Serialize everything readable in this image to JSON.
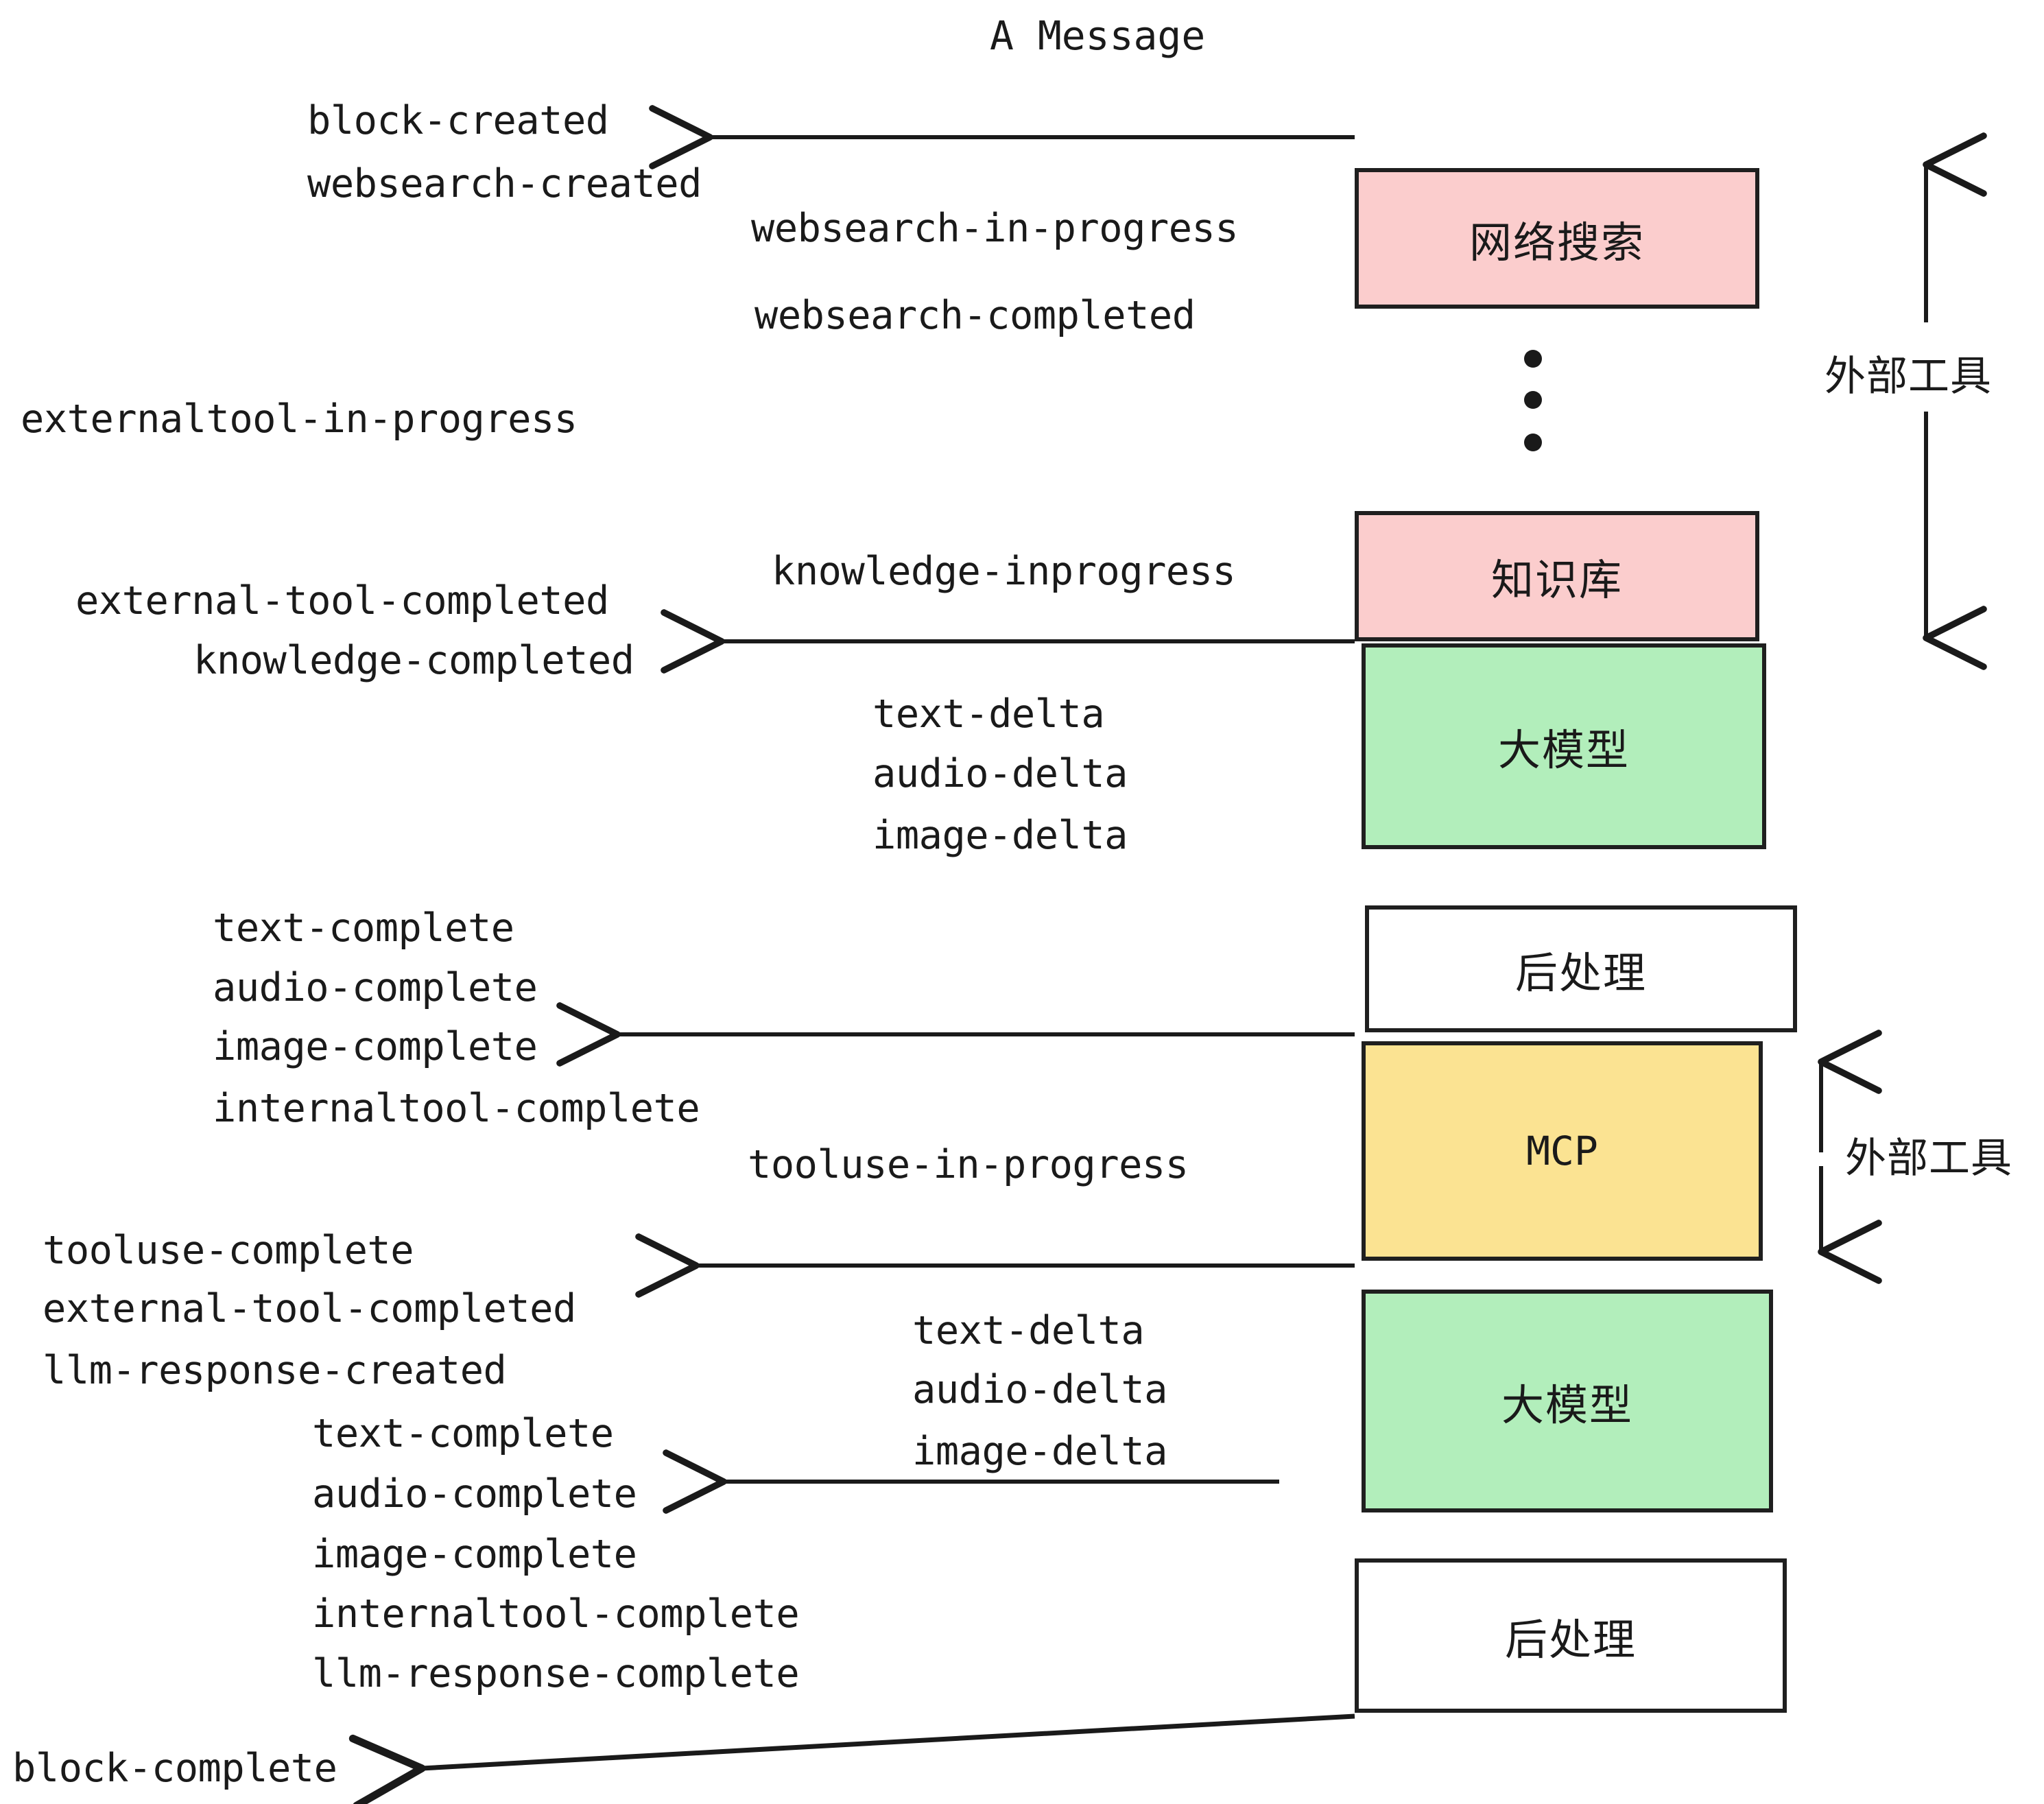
{
  "diagram": {
    "title": "A Message",
    "colors": {
      "stroke": "#1f1f1f",
      "text": "#1a1a1a",
      "pink": "#fbcdcd",
      "green": "#b2eebb",
      "yellow": "#fbe392",
      "white": "#ffffff",
      "background": "#ffffff"
    }
  },
  "nodes": [
    {
      "id": "websearch",
      "label": "网络搜索",
      "fill": "#fbcdcd",
      "script": "cjk"
    },
    {
      "id": "knowledge",
      "label": "知识库",
      "fill": "#fbcdcd",
      "script": "cjk"
    },
    {
      "id": "llm-top",
      "label": "大模型",
      "fill": "#b2eebb",
      "script": "cjk"
    },
    {
      "id": "post-top",
      "label": "后处理",
      "fill": "#ffffff",
      "script": "cjk"
    },
    {
      "id": "mcp",
      "label": "MCP",
      "fill": "#fbe392",
      "script": "latin"
    },
    {
      "id": "llm-bottom",
      "label": "大模型",
      "fill": "#b2eebb",
      "script": "cjk"
    },
    {
      "id": "post-bottom",
      "label": "后处理",
      "fill": "#ffffff",
      "script": "cjk"
    }
  ],
  "group_labels": [
    {
      "id": "external-tools-top",
      "label": "外部工具"
    },
    {
      "id": "external-tools-bottom",
      "label": "外部工具"
    }
  ],
  "events": [
    {
      "id": "e01",
      "text": "block-created"
    },
    {
      "id": "e02",
      "text": "websearch-created"
    },
    {
      "id": "e03",
      "text": "websearch-in-progress"
    },
    {
      "id": "e04",
      "text": "websearch-completed"
    },
    {
      "id": "e05",
      "text": "externaltool-in-progress"
    },
    {
      "id": "e06",
      "text": "knowledge-inprogress"
    },
    {
      "id": "e07",
      "text": "external-tool-completed"
    },
    {
      "id": "e08",
      "text": "knowledge-completed"
    },
    {
      "id": "e09",
      "text": "text-delta"
    },
    {
      "id": "e10",
      "text": "audio-delta"
    },
    {
      "id": "e11",
      "text": "image-delta"
    },
    {
      "id": "e12",
      "text": "text-complete"
    },
    {
      "id": "e13",
      "text": "audio-complete"
    },
    {
      "id": "e14",
      "text": "image-complete"
    },
    {
      "id": "e15",
      "text": "internaltool-complete"
    },
    {
      "id": "e16",
      "text": "tooluse-in-progress"
    },
    {
      "id": "e17",
      "text": "tooluse-complete"
    },
    {
      "id": "e18",
      "text": "external-tool-completed"
    },
    {
      "id": "e19",
      "text": "llm-response-created"
    },
    {
      "id": "e20",
      "text": "text-delta"
    },
    {
      "id": "e21",
      "text": "audio-delta"
    },
    {
      "id": "e22",
      "text": "image-delta"
    },
    {
      "id": "e23",
      "text": "text-complete"
    },
    {
      "id": "e24",
      "text": "audio-complete"
    },
    {
      "id": "e25",
      "text": "image-complete"
    },
    {
      "id": "e26",
      "text": "internaltool-complete"
    },
    {
      "id": "e27",
      "text": "llm-response-complete"
    },
    {
      "id": "e28",
      "text": "block-complete"
    }
  ]
}
